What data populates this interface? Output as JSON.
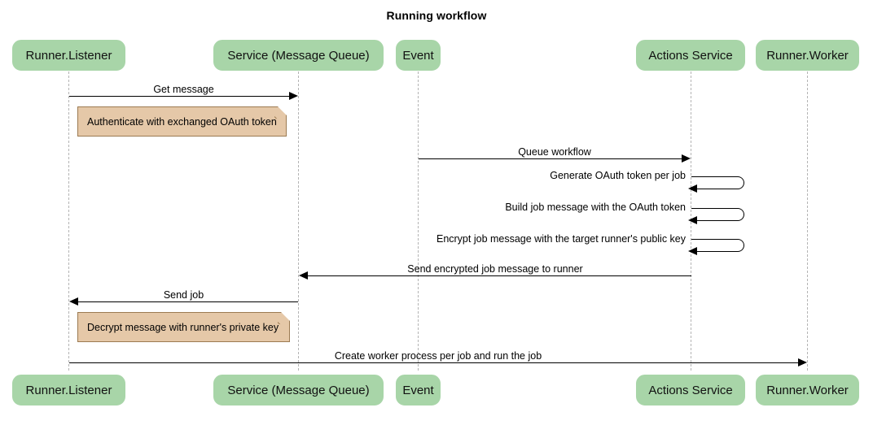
{
  "title": "Running workflow",
  "colors": {
    "actor_fill": "#a8d5a8",
    "note_fill": "#e5c8a8",
    "note_border": "#9c7b52",
    "lifeline": "#b4b4b4",
    "line": "#000000"
  },
  "actors": [
    {
      "id": "runner-listener",
      "label": "Runner.Listener"
    },
    {
      "id": "service-message-queue",
      "label": "Service (Message Queue)"
    },
    {
      "id": "event",
      "label": "Event"
    },
    {
      "id": "actions-service",
      "label": "Actions Service"
    },
    {
      "id": "runner-worker",
      "label": "Runner.Worker"
    }
  ],
  "messages": [
    {
      "id": "get-message",
      "label": "Get message",
      "from": "runner-listener",
      "to": "service-message-queue",
      "direction": "right"
    },
    {
      "id": "queue-workflow",
      "label": "Queue workflow",
      "from": "event",
      "to": "actions-service",
      "direction": "right"
    },
    {
      "id": "generate-oauth-token",
      "label": "Generate OAuth token per job",
      "from": "actions-service",
      "to": "actions-service",
      "direction": "self"
    },
    {
      "id": "build-job-message",
      "label": "Build job message with the OAuth token",
      "from": "actions-service",
      "to": "actions-service",
      "direction": "self"
    },
    {
      "id": "encrypt-job-message",
      "label": "Encrypt job message with the target runner's public key",
      "from": "actions-service",
      "to": "actions-service",
      "direction": "self"
    },
    {
      "id": "send-encrypted-job-message",
      "label": "Send encrypted job message to runner",
      "from": "actions-service",
      "to": "service-message-queue",
      "direction": "left"
    },
    {
      "id": "send-job",
      "label": "Send job",
      "from": "service-message-queue",
      "to": "runner-listener",
      "direction": "left"
    },
    {
      "id": "create-worker-process",
      "label": "Create worker process per job and run the job",
      "from": "runner-listener",
      "to": "runner-worker",
      "direction": "right"
    }
  ],
  "notes": [
    {
      "id": "note-authenticate",
      "label": "Authenticate with exchanged OAuth token"
    },
    {
      "id": "note-decrypt",
      "label": "Decrypt message with runner's private key"
    }
  ]
}
